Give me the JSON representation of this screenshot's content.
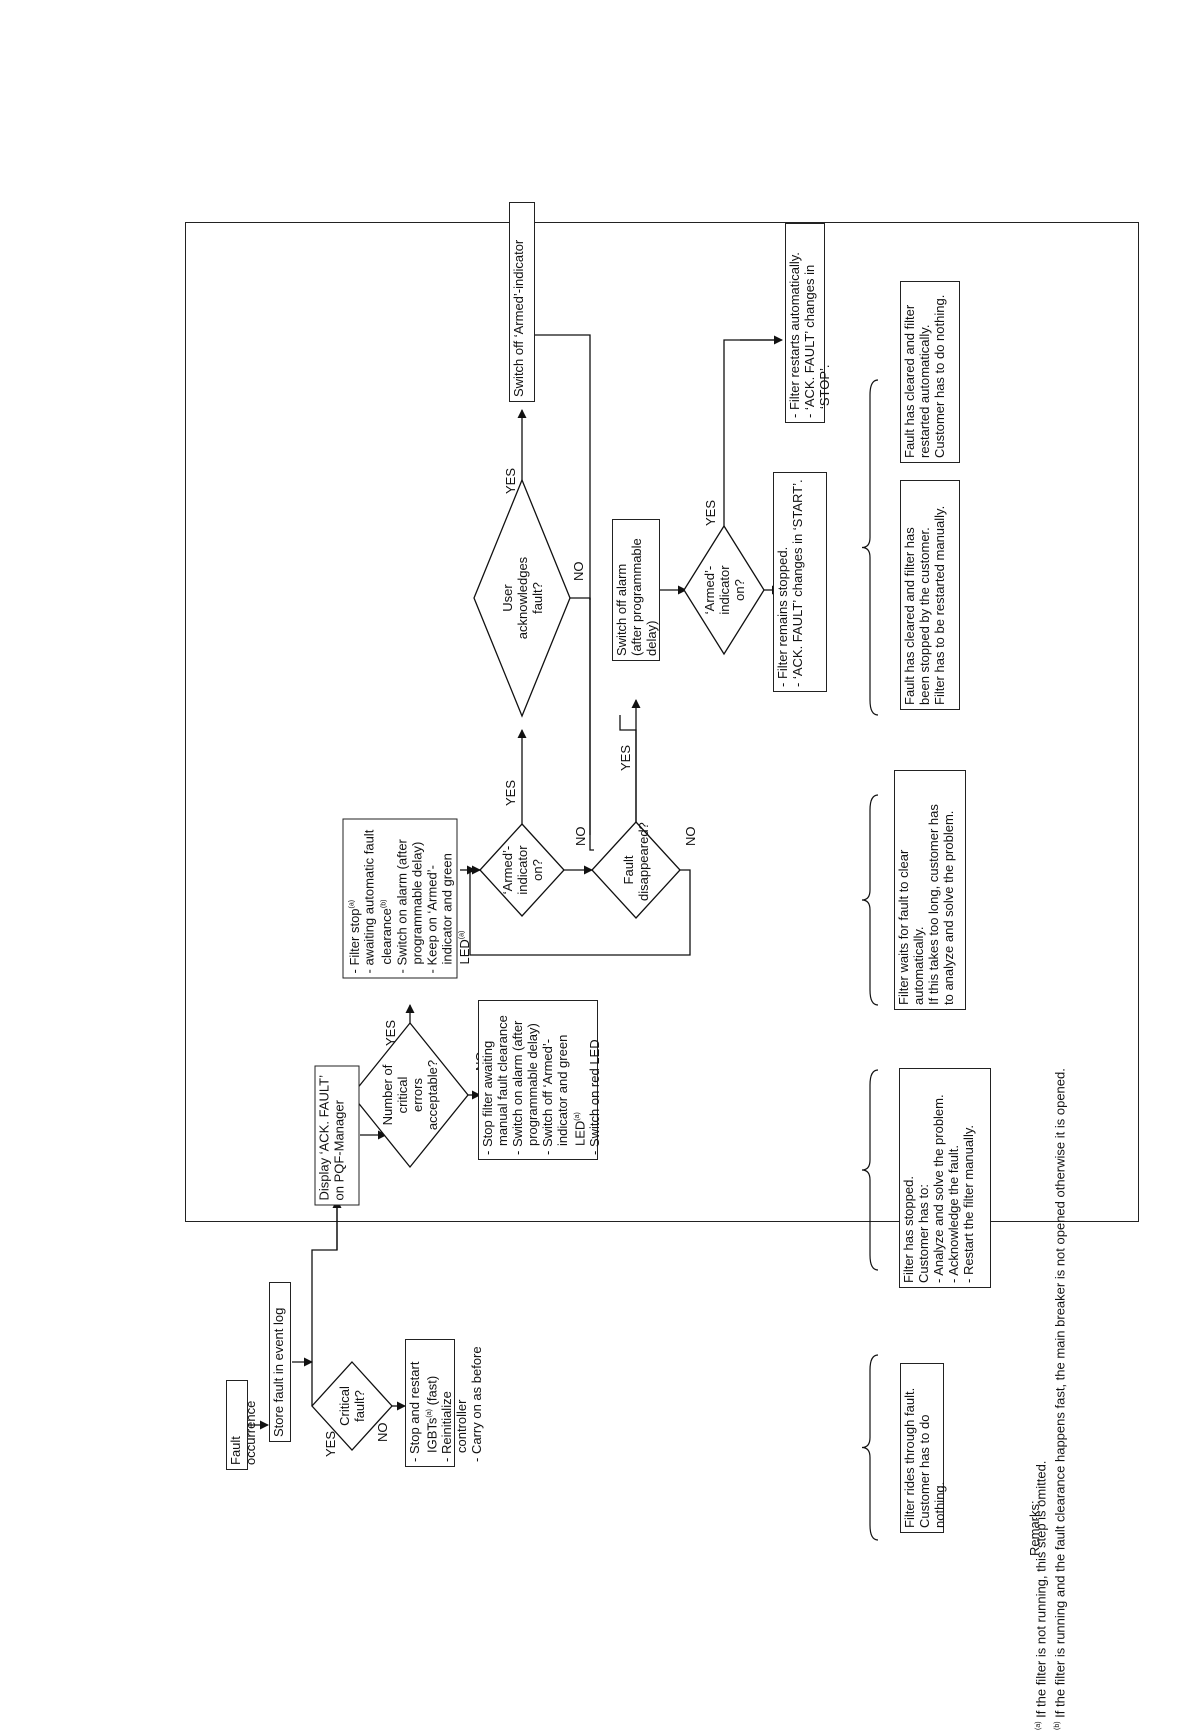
{
  "diagram": {
    "start": "Fault occurrence",
    "store": "Store fault in event log",
    "critical_q": "Critical fault?",
    "non_critical_box": [
      "Stop and restart IGBTs",
      "Reinitialize controller",
      "Carry on as before"
    ],
    "non_critical_sup": "(a)",
    "non_critical_fast": " (fast)",
    "display_box": "Display ‘ACK. FAULT’ on PQF-Manager",
    "number_q": "Number of critical errors acceptable?",
    "manual_box": [
      "Stop filter awaiting manual fault clearance",
      "Switch on alarm (after programmable delay)",
      "Switch off ‘Armed’-indicator and green LED",
      "Switch on red LED"
    ],
    "auto_box": [
      "Filter stop",
      "awaiting automatic fault clearance",
      "Switch on alarm (after programmable delay)",
      "Keep on ‘Armed’-indicator and green LED"
    ],
    "armed_q1": "‘Armed’-indicator on?",
    "fault_q": "Fault disappeared?",
    "user_q": "User acknowledges fault?",
    "switch_off_armed": "Switch off ‘Armed’-indicator",
    "switch_off_alarm": [
      "Switch off alarm",
      "(after programmable delay)"
    ],
    "armed_q2": "‘Armed’-indicator on?",
    "remains_box": [
      "Filter remains stopped.",
      "‘ACK. FAULT’ changes in ‘START’."
    ],
    "restarts_box": [
      "Filter restarts automatically.",
      "‘ACK. FAULT’ changes in ‘STOP’."
    ],
    "yes": "YES",
    "no": "NO",
    "sup_a": "(a)",
    "sup_b": "(b)"
  },
  "summaries": {
    "rides": [
      "Filter rides through fault.",
      "Customer has to do nothing."
    ],
    "stopped": [
      "Filter has stopped.",
      "Customer has to:",
      "- Analyze and solve the problem.",
      "- Acknowledge the fault.",
      "- Restart the filter manually."
    ],
    "waits": [
      "Filter waits for fault to clear",
      "automatically.",
      "If this takes too long, customer has",
      "to analyze and solve the problem."
    ],
    "cleared_manual": [
      "Fault has cleared and filter has",
      "been stopped by the customer.",
      "Filter has to be restarted manually."
    ],
    "cleared_auto": [
      "Fault has cleared and filter",
      "restarted automatically.",
      "Customer has to do nothing."
    ]
  },
  "remarks": {
    "title": "Remarks:",
    "a_marker": "(a)",
    "a_text": "If the filter is not running, this step is omitted.",
    "b_marker": "(b)",
    "b_text": "If the filter is running and the fault clearance happens fast, the main breaker is not opened otherwise it is opened."
  }
}
